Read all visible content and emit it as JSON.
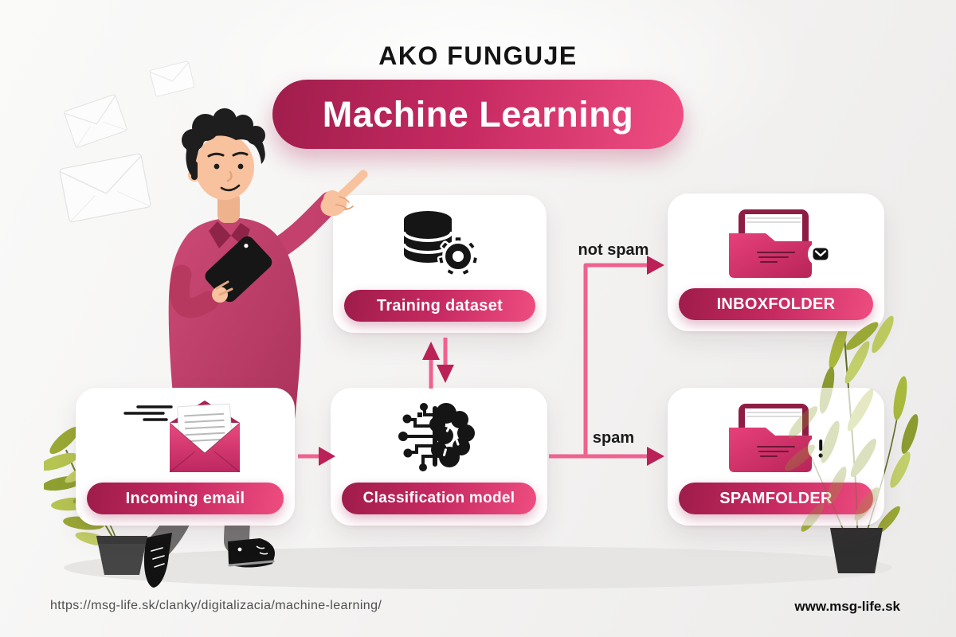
{
  "title": {
    "heading": "AKO FUNGUJE",
    "banner": "Machine Learning"
  },
  "cards": {
    "training": {
      "label": "Training dataset",
      "icon": "database-gear-icon"
    },
    "classification": {
      "label": "Classification model",
      "icon": "brain-circuit-icon"
    },
    "incoming": {
      "label": "Incoming email",
      "icon": "open-envelope-icon"
    },
    "inbox": {
      "label_bold": "INBOX",
      "label_rest": " FOLDER",
      "icon": "folder-mail-icon"
    },
    "spam": {
      "label_bold": "SPAM",
      "label_rest": " FOLDER",
      "icon": "folder-alert-icon"
    }
  },
  "flow": {
    "not_spam_label": "not spam",
    "spam_label": "spam"
  },
  "footer": {
    "url": "https://msg-life.sk/clanky/digitalizacia/machine-learning/",
    "site": "www.msg-life.sk"
  },
  "colors": {
    "accent_dark": "#9e1c49",
    "accent_mid": "#c72a62",
    "accent_bright": "#ee4d80",
    "flow_line": "#ef6190",
    "arrowhead": "#ba2156",
    "icon_black": "#151515",
    "leaf_green": "#a9b93d",
    "pot_gray": "#333333",
    "background": "#f3f2f1"
  }
}
